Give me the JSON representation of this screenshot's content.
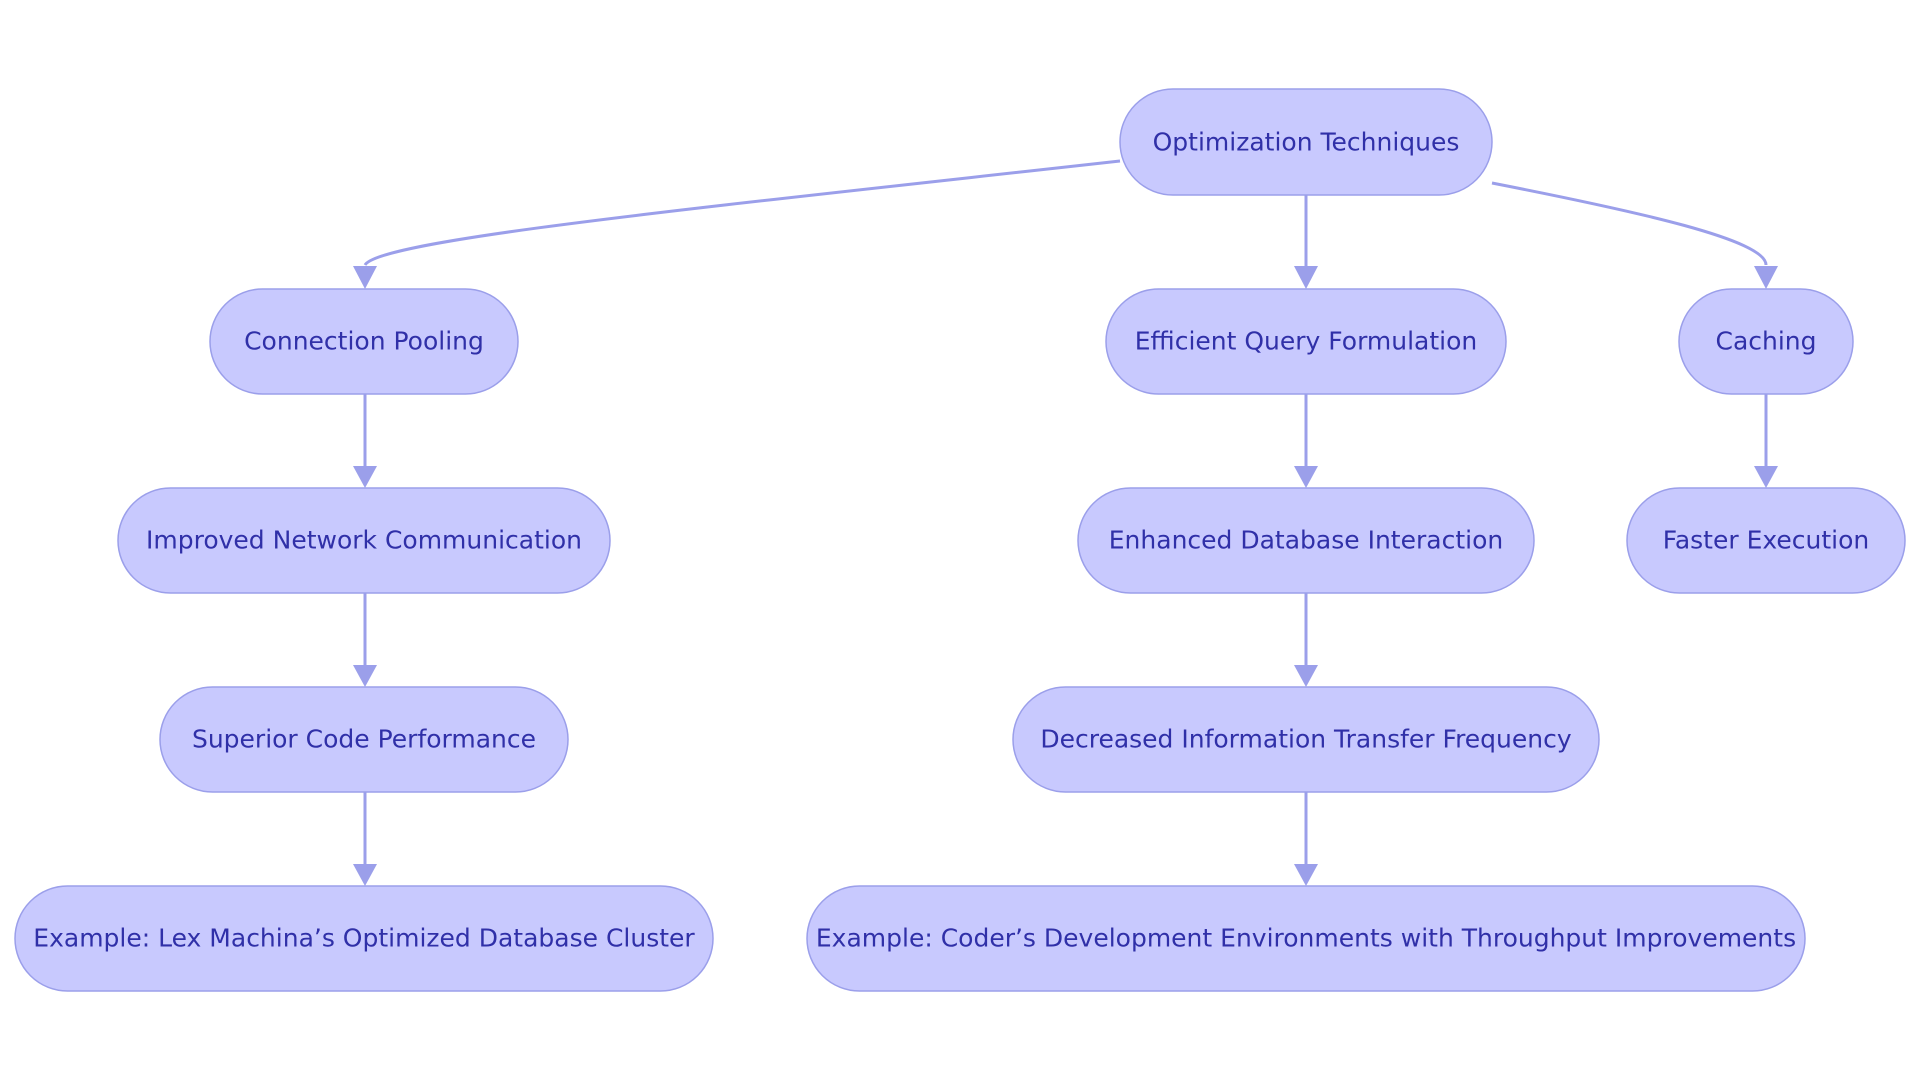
{
  "nodes": {
    "root": "Optimization Techniques",
    "connection_pooling": "Connection Pooling",
    "efficient_query": "Efficient Query Formulation",
    "caching": "Caching",
    "improved_network": "Improved Network Communication",
    "enhanced_db": "Enhanced Database Interaction",
    "faster_execution": "Faster Execution",
    "superior_code": "Superior Code Performance",
    "decreased_transfer": "Decreased Information Transfer Frequency",
    "example_lex": "Example: Lex Machina’s Optimized Database Cluster",
    "example_coder": "Example: Coder’s Development Environments with Throughput Improvements"
  },
  "edges": [
    {
      "from": "root",
      "to": "connection_pooling"
    },
    {
      "from": "root",
      "to": "efficient_query"
    },
    {
      "from": "root",
      "to": "caching"
    },
    {
      "from": "connection_pooling",
      "to": "improved_network"
    },
    {
      "from": "improved_network",
      "to": "superior_code"
    },
    {
      "from": "superior_code",
      "to": "example_lex"
    },
    {
      "from": "efficient_query",
      "to": "enhanced_db"
    },
    {
      "from": "enhanced_db",
      "to": "decreased_transfer"
    },
    {
      "from": "decreased_transfer",
      "to": "example_coder"
    },
    {
      "from": "caching",
      "to": "faster_execution"
    }
  ],
  "colors": {
    "node_fill": "#c8c9fe",
    "node_stroke": "#9b9fea",
    "edge": "#9b9fea",
    "text": "#3030a8"
  }
}
